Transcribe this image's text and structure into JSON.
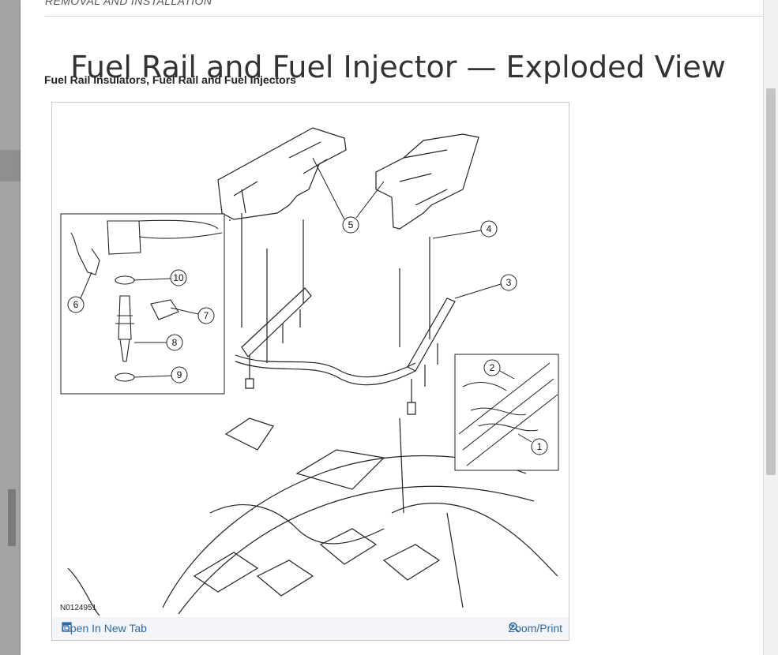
{
  "section_heading": "REMOVAL AND INSTALLATION",
  "title": "Fuel Rail and Fuel Injector — Exploded View",
  "subtitle": "Fuel Rail Insulators, Fuel Rail and Fuel Injectors",
  "figure": {
    "id": "N0124951",
    "callouts": [
      "1",
      "2",
      "3",
      "4",
      "5",
      "6",
      "7",
      "8",
      "9",
      "10"
    ]
  },
  "footer": {
    "open_tab": "Open In New Tab",
    "zoom": "Zoom/Print"
  },
  "colors": {
    "link": "#2e6aa8",
    "text": "#333333"
  }
}
